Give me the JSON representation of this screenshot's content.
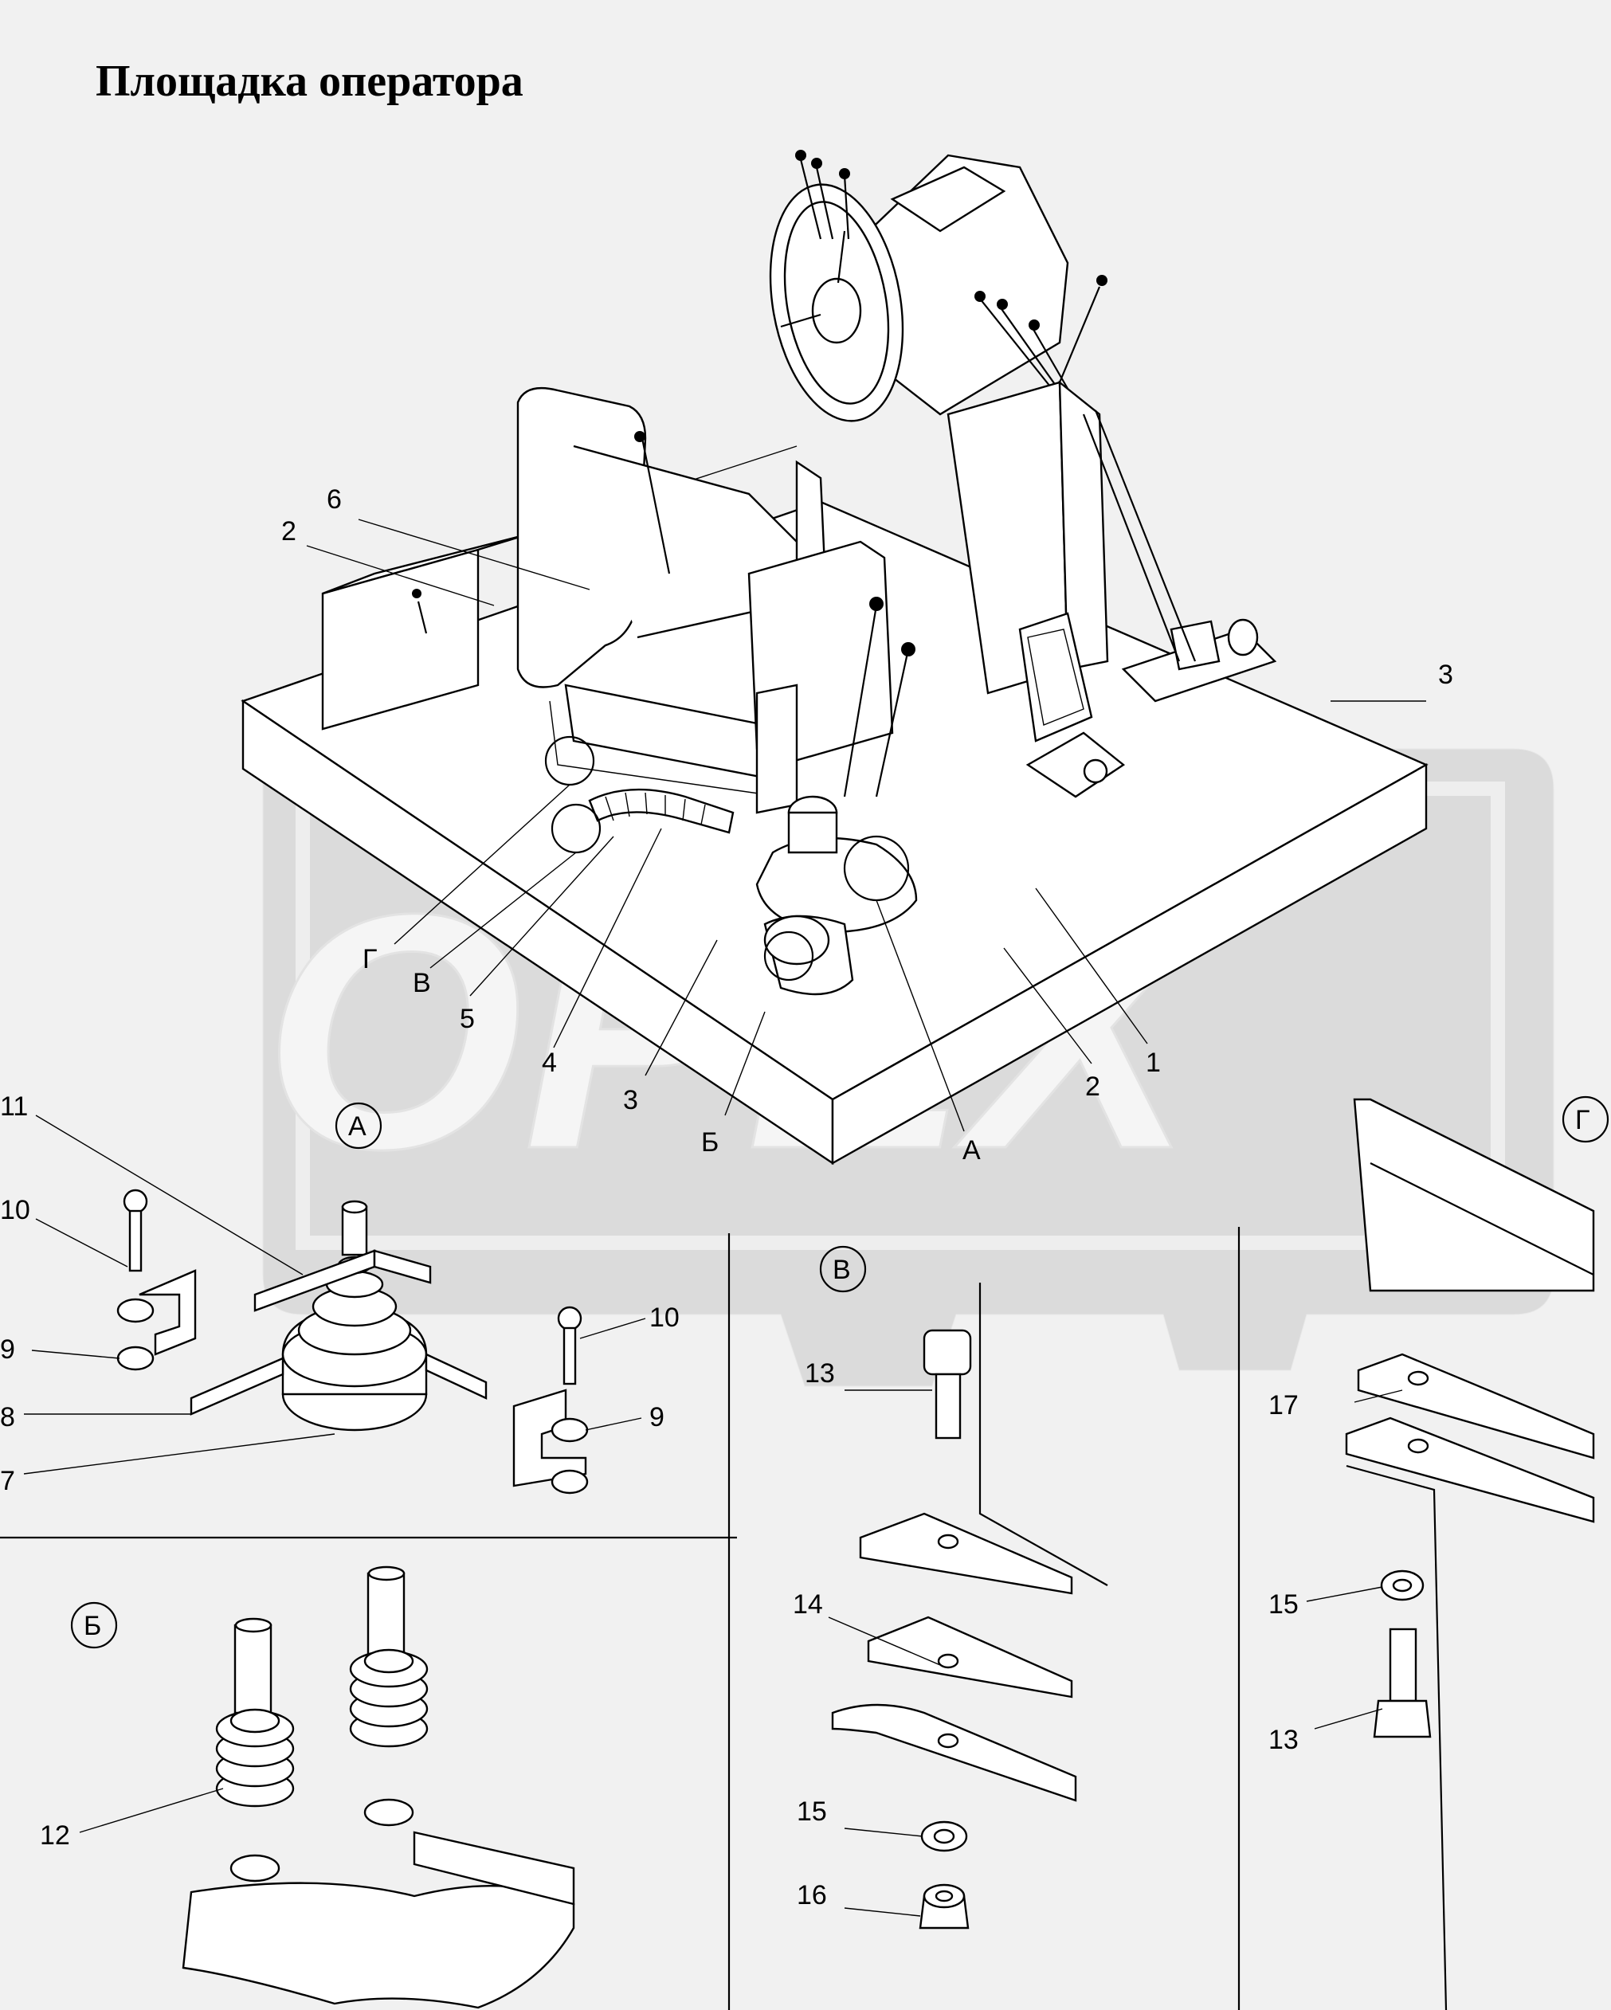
{
  "title": "Площадка оператора",
  "watermark": "OPEX",
  "colors": {
    "background": "#f1f1f1",
    "line": "#000000",
    "watermark": "#d6d6d6"
  },
  "callouts": {
    "main": [
      "6",
      "2",
      "3",
      "Г",
      "В",
      "5",
      "4",
      "3",
      "Б",
      "А",
      "2",
      "1"
    ],
    "detail_a": {
      "marker": "А",
      "parts": [
        "11",
        "10",
        "9",
        "8",
        "7",
        "10",
        "9"
      ]
    },
    "detail_b": {
      "marker": "Б",
      "parts": [
        "12"
      ]
    },
    "detail_v": {
      "marker": "В",
      "parts": [
        "13",
        "14",
        "15",
        "16"
      ]
    },
    "detail_g": {
      "marker": "Г",
      "parts": [
        "17",
        "15",
        "13"
      ]
    }
  }
}
